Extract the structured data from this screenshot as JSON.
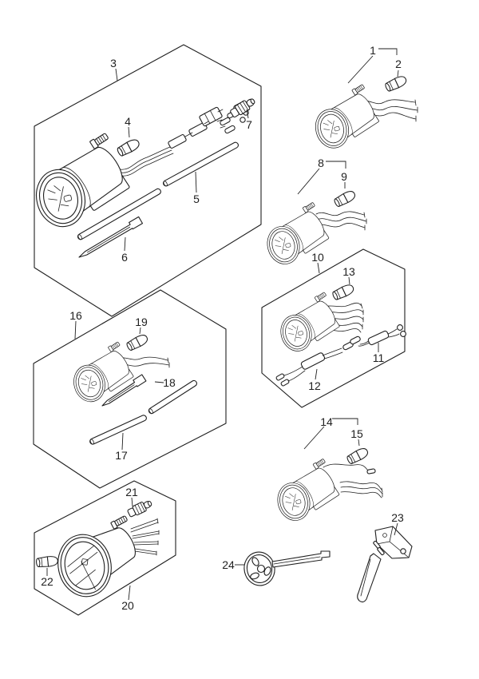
{
  "diagram": {
    "background_color": "#ffffff",
    "line_color": "#1f1f1f",
    "part_labels": {
      "p1": "1",
      "p2": "2",
      "p3": "3",
      "p4": "4",
      "p5": "5",
      "p6": "6",
      "p7": "7",
      "p8": "8",
      "p9": "9",
      "p10": "10",
      "p11": "11",
      "p12": "12",
      "p13": "13",
      "p14": "14",
      "p15": "15",
      "p16": "16",
      "p17": "17",
      "p18": "18",
      "p19": "19",
      "p20": "20",
      "p21": "21",
      "p22": "22",
      "p23": "23",
      "p24": "24"
    }
  }
}
